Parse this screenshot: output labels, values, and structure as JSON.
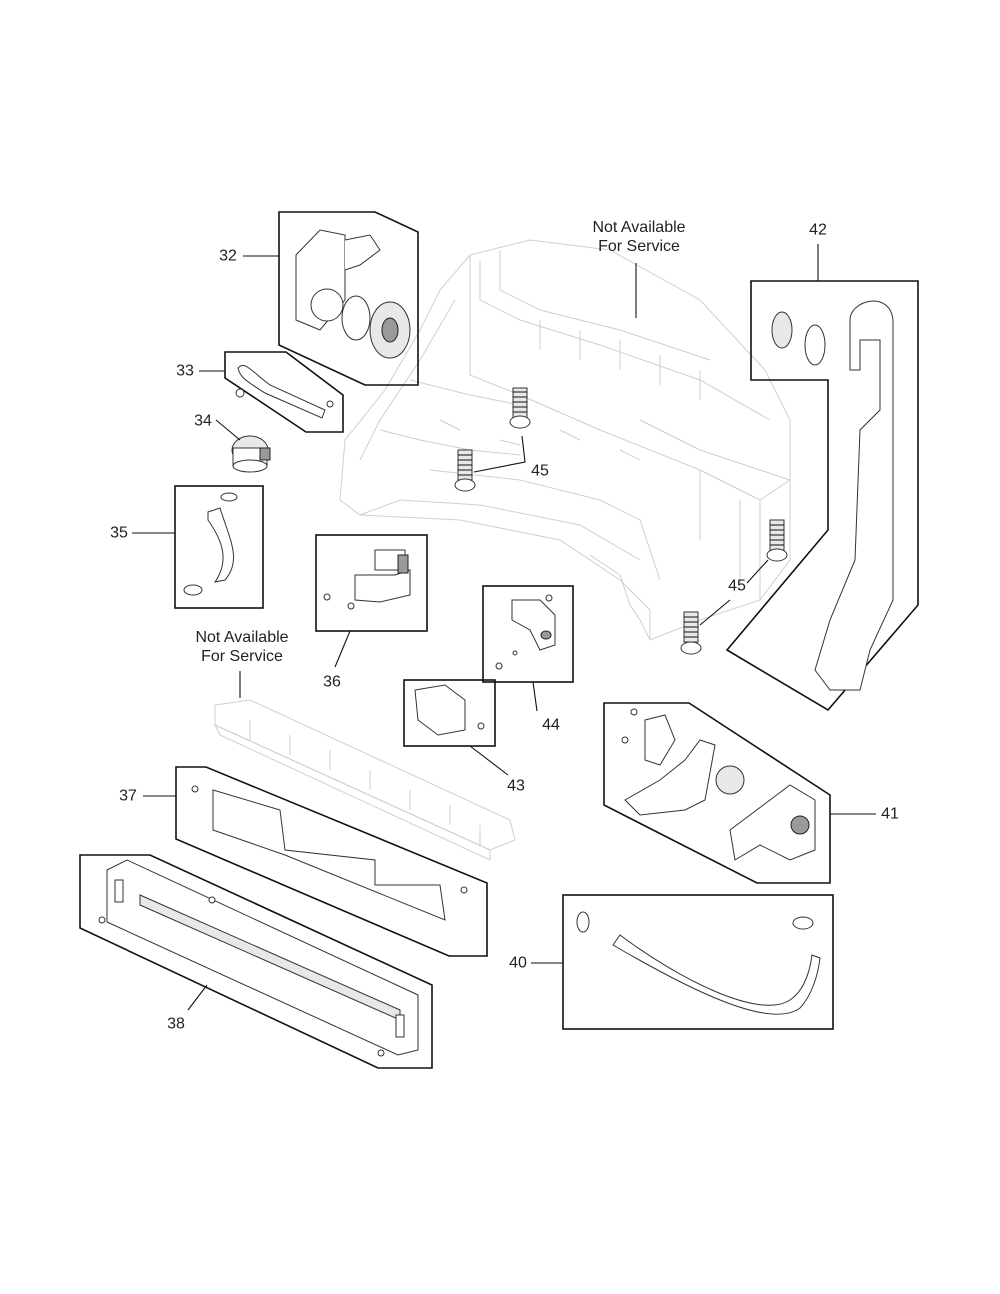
{
  "callouts": {
    "c32": "32",
    "c33": "33",
    "c34": "34",
    "c35": "35",
    "c36": "36",
    "c37": "37",
    "c38": "38",
    "c40": "40",
    "c41": "41",
    "c42": "42",
    "c43": "43",
    "c44": "44",
    "c45a": "45",
    "c45b": "45"
  },
  "notes": {
    "top": {
      "line1": "Not Available",
      "line2": "For Service"
    },
    "left": {
      "line1": "Not Available",
      "line2": "For Service"
    }
  }
}
